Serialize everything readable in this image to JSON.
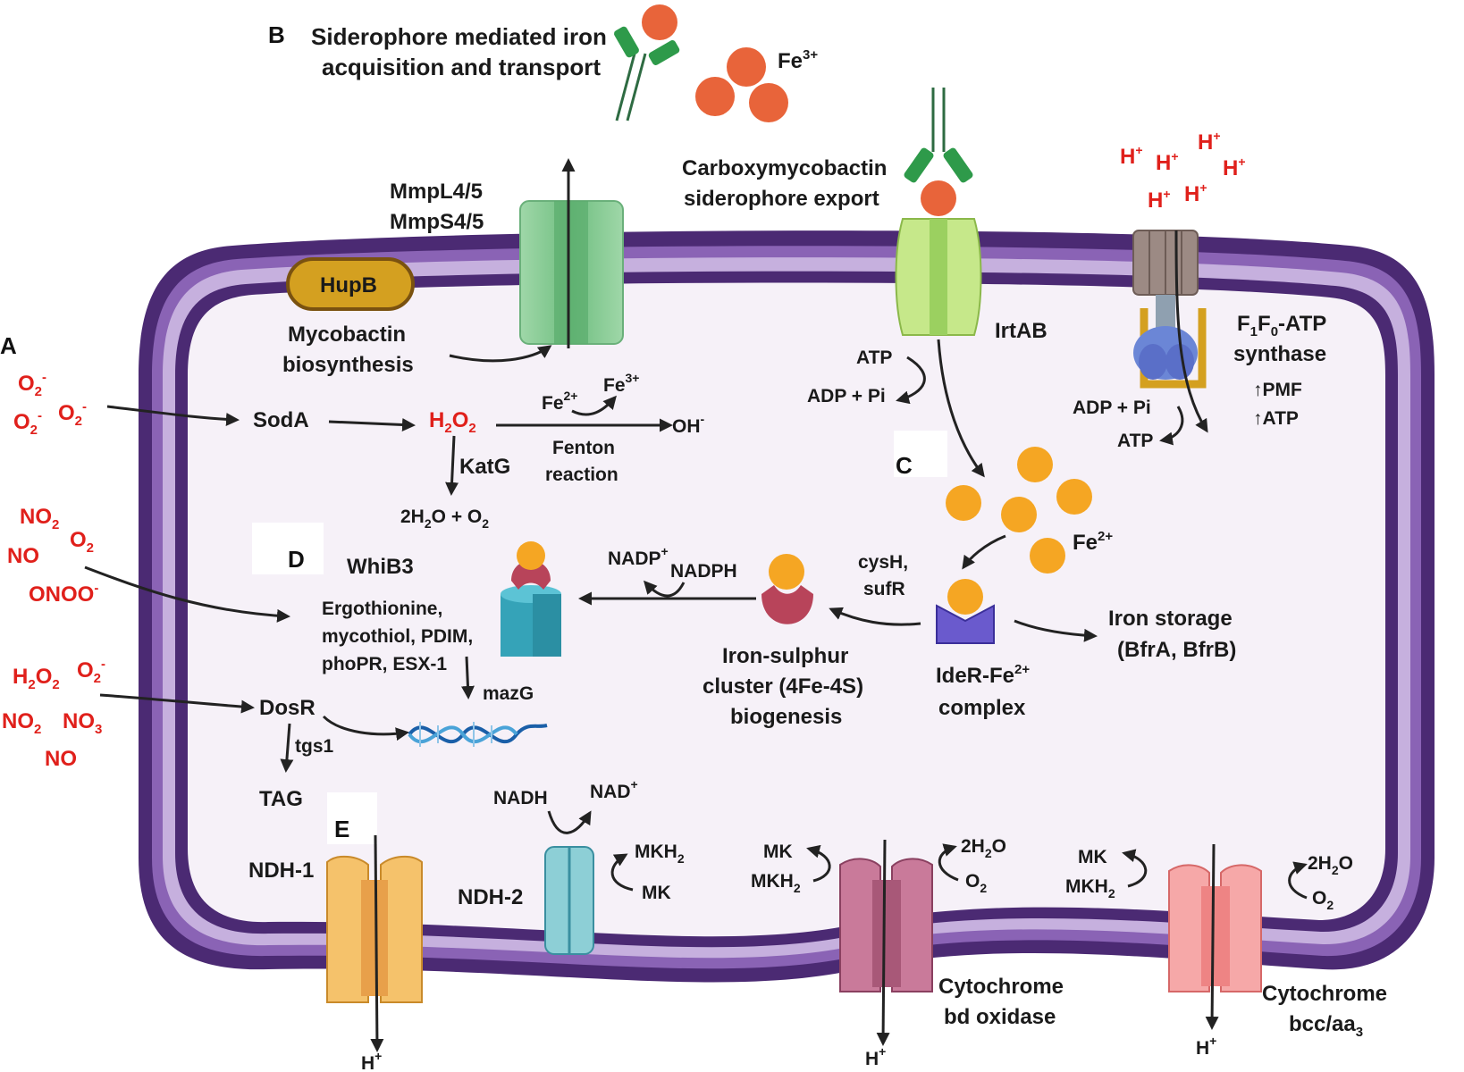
{
  "panels": {
    "A": "A",
    "B": "B",
    "C": "C",
    "D": "D",
    "E": "E"
  },
  "colors": {
    "membrane_outer": "#4b2a73",
    "membrane_mid": "#8a63b5",
    "cytoplasm": "#f6f1f8",
    "iron_fe3": "#e8643a",
    "iron_fe2": "#f5a623",
    "receptor_green": "#2e9a4a",
    "red_text": "#e0201b"
  },
  "panel_b": {
    "title_line1": "Siderophore mediated iron",
    "title_line2": "acquisition and transport",
    "fe3_label": "Fe",
    "fe3_sup": "3+",
    "export_line1": "Carboxymycobactin",
    "export_line2": "siderophore export",
    "mmpl_line1": "MmpL4/5",
    "mmpl_line2": "MmpS4/5",
    "hupb": "HupB",
    "myco_line1": "Mycobactin",
    "myco_line2": "biosynthesis",
    "irtab": "IrtAB",
    "atp": "ATP",
    "adp_pi": "ADP + Pi"
  },
  "atp_synthase": {
    "protons": [
      "H",
      "H",
      "H",
      "H",
      "H",
      "H"
    ],
    "plus": "+",
    "name_line1_a": "F",
    "name_sub1": "1",
    "name_line1_b": "F",
    "name_sub2": "0",
    "name_line1_c": "-ATP",
    "name_line2": "synthase",
    "pmf": "↑PMF",
    "atp_up": "↑ATP",
    "adp_pi": "ADP + Pi",
    "atp": "ATP"
  },
  "panel_a": {
    "ros1": "O",
    "ros_sub": "2",
    "ros_sup": "-",
    "sodA": "SodA",
    "h2o2_a": "H",
    "h2o2_b": "O",
    "sub2": "2",
    "katG": "KatG",
    "products_a": "2H",
    "products_b": "O + O",
    "fe2": "Fe",
    "fe2_sup": "2+",
    "fe3": "Fe",
    "fe3_sup": "3+",
    "oh": "OH",
    "oh_sup": "-",
    "fenton1": "Fenton",
    "fenton2": "reaction"
  },
  "panel_d": {
    "rns_no2": "NO",
    "rns_o2": "O",
    "rns_no": "NO",
    "rns_onoo": "ONOO",
    "sub2": "2",
    "sup_minus": "-",
    "whib3": "WhiB3",
    "targets1": "Ergothionine,",
    "targets2": "mycothiol, PDIM,",
    "targets3": "phoPR, ESX-1",
    "mazG": "mazG",
    "nadp": "NADP",
    "nadp_sup": "+",
    "nadph": "NADPH",
    "dosr_h2o2_a": "H",
    "dosr_h2o2_b": "O",
    "dosr_o2": "O",
    "dosr_no2": "NO",
    "dosr_no3": "NO",
    "sub3": "3",
    "dosr_no": "NO",
    "dosR": "DosR",
    "tgs1": "tgs1",
    "tag": "TAG"
  },
  "panel_c": {
    "fe2": "Fe",
    "fe2_sup": "2+",
    "cysh1": "cysH,",
    "cysh2": "sufR",
    "iron_storage1": "Iron storage",
    "iron_storage2": "(BfrA, BfrB)",
    "fes1": "Iron-sulphur",
    "fes2": "cluster (4Fe-4S)",
    "fes3": "biogenesis",
    "ider1": "IdeR-Fe",
    "ider_sup": "2+",
    "ider2": "complex"
  },
  "panel_e": {
    "ndh1": "NDH-1",
    "ndh2": "NDH-2",
    "nadh": "NADH",
    "nad": "NAD",
    "nad_sup": "+",
    "mkh2_a": "MKH",
    "sub2": "2",
    "mk": "MK",
    "water_a": "2H",
    "water_b": "O",
    "o2_a": "O",
    "h": "H",
    "plus": "+",
    "cyt_bd1": "Cytochrome",
    "cyt_bd2": "bd oxidase",
    "cyt_bcc1": "Cytochrome",
    "cyt_bcc2": "bcc/aa",
    "cyt_bcc_sub": "3"
  }
}
